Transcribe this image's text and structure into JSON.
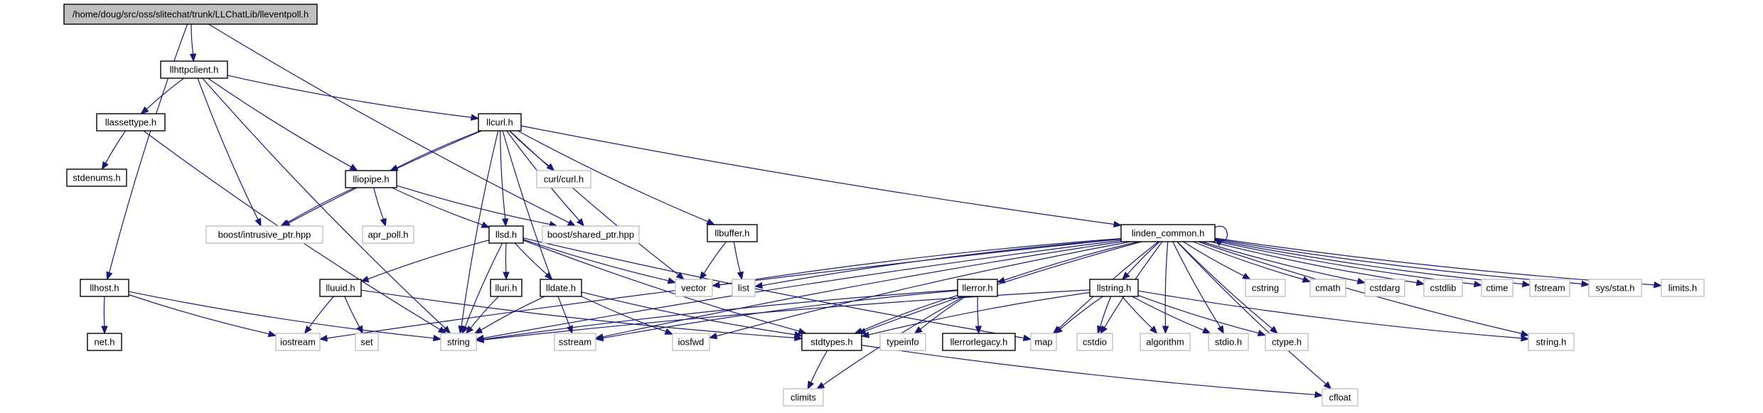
{
  "diagram": {
    "colors": {
      "edge": "#191970",
      "root_fill": "#bfbfbf",
      "node_border": "#000000",
      "external_border": "#bfbfbf",
      "background": "#ffffff"
    },
    "nodes": [
      {
        "id": "root",
        "label": "/home/doug/src/oss/slitechat/trunk/LLChatLib/lleventpoll.h",
        "style": "root"
      },
      {
        "id": "llhttpclient",
        "label": "llhttpclient.h",
        "style": "file"
      },
      {
        "id": "llhost",
        "label": "llhost.h",
        "style": "file"
      },
      {
        "id": "llassettype",
        "label": "llassettype.h",
        "style": "file"
      },
      {
        "id": "lliopipe",
        "label": "lliopipe.h",
        "style": "file"
      },
      {
        "id": "llcurl",
        "label": "llcurl.h",
        "style": "file"
      },
      {
        "id": "stdenums",
        "label": "stdenums.h",
        "style": "file"
      },
      {
        "id": "intrusive",
        "label": "boost/intrusive_ptr.hpp",
        "style": "external"
      },
      {
        "id": "aprpoll",
        "label": "apr_poll.h",
        "style": "external"
      },
      {
        "id": "shared",
        "label": "boost/shared_ptr.hpp",
        "style": "external"
      },
      {
        "id": "curlcurl",
        "label": "curl/curl.h",
        "style": "external"
      },
      {
        "id": "llsd",
        "label": "llsd.h",
        "style": "file"
      },
      {
        "id": "llbuffer",
        "label": "llbuffer.h",
        "style": "file"
      },
      {
        "id": "linden",
        "label": "linden_common.h",
        "style": "file"
      },
      {
        "id": "lluuid",
        "label": "lluuid.h",
        "style": "file"
      },
      {
        "id": "lluri",
        "label": "lluri.h",
        "style": "file"
      },
      {
        "id": "lldate",
        "label": "lldate.h",
        "style": "file"
      },
      {
        "id": "vector",
        "label": "vector",
        "style": "external"
      },
      {
        "id": "list",
        "label": "list",
        "style": "external"
      },
      {
        "id": "llerror",
        "label": "llerror.h",
        "style": "file"
      },
      {
        "id": "llstring",
        "label": "llstring.h",
        "style": "file"
      },
      {
        "id": "cstring",
        "label": "cstring",
        "style": "external"
      },
      {
        "id": "cmath",
        "label": "cmath",
        "style": "external"
      },
      {
        "id": "cstdarg",
        "label": "cstdarg",
        "style": "external"
      },
      {
        "id": "cstdlib",
        "label": "cstdlib",
        "style": "external"
      },
      {
        "id": "ctime",
        "label": "ctime",
        "style": "external"
      },
      {
        "id": "fstream",
        "label": "fstream",
        "style": "external"
      },
      {
        "id": "sysstat",
        "label": "sys/stat.h",
        "style": "external"
      },
      {
        "id": "limits",
        "label": "limits.h",
        "style": "external"
      },
      {
        "id": "neth",
        "label": "net.h",
        "style": "file"
      },
      {
        "id": "iostream",
        "label": "iostream",
        "style": "external"
      },
      {
        "id": "set",
        "label": "set",
        "style": "external"
      },
      {
        "id": "string",
        "label": "string",
        "style": "external"
      },
      {
        "id": "sstream",
        "label": "sstream",
        "style": "external"
      },
      {
        "id": "iosfwd",
        "label": "iosfwd",
        "style": "external"
      },
      {
        "id": "stdtypes",
        "label": "stdtypes.h",
        "style": "file"
      },
      {
        "id": "typeinfo",
        "label": "typeinfo",
        "style": "external"
      },
      {
        "id": "llerrorlegacy",
        "label": "llerrorlegacy.h",
        "style": "file"
      },
      {
        "id": "map",
        "label": "map",
        "style": "external"
      },
      {
        "id": "cstdio",
        "label": "cstdio",
        "style": "external"
      },
      {
        "id": "algorithm",
        "label": "algorithm",
        "style": "external"
      },
      {
        "id": "stdioh",
        "label": "stdio.h",
        "style": "external"
      },
      {
        "id": "ctypeh",
        "label": "ctype.h",
        "style": "external"
      },
      {
        "id": "stringh",
        "label": "string.h",
        "style": "external"
      },
      {
        "id": "climits",
        "label": "climits",
        "style": "external"
      },
      {
        "id": "cfloat",
        "label": "cfloat",
        "style": "external"
      }
    ],
    "edges": [
      [
        "root",
        "llhttpclient"
      ],
      [
        "root",
        "llhost"
      ],
      [
        "root",
        "shared"
      ],
      [
        "llhttpclient",
        "llassettype"
      ],
      [
        "llhttpclient",
        "llcurl"
      ],
      [
        "llhttpclient",
        "lliopipe"
      ],
      [
        "llhttpclient",
        "intrusive"
      ],
      [
        "llhttpclient",
        "string"
      ],
      [
        "llassettype",
        "stdenums"
      ],
      [
        "llassettype",
        "string"
      ],
      [
        "llcurl",
        "lliopipe"
      ],
      [
        "llcurl",
        "intrusive"
      ],
      [
        "llcurl",
        "shared"
      ],
      [
        "llcurl",
        "curlcurl"
      ],
      [
        "llcurl",
        "llsd"
      ],
      [
        "llcurl",
        "llbuffer"
      ],
      [
        "llcurl",
        "linden"
      ],
      [
        "llcurl",
        "vector"
      ],
      [
        "llcurl",
        "string"
      ],
      [
        "llcurl",
        "sstream"
      ],
      [
        "lliopipe",
        "intrusive"
      ],
      [
        "lliopipe",
        "aprpoll"
      ],
      [
        "lliopipe",
        "shared"
      ],
      [
        "lliopipe",
        "llsd"
      ],
      [
        "llbuffer",
        "vector"
      ],
      [
        "llbuffer",
        "list"
      ],
      [
        "llsd",
        "lluuid"
      ],
      [
        "llsd",
        "lluri"
      ],
      [
        "llsd",
        "lldate"
      ],
      [
        "llsd",
        "string"
      ],
      [
        "llsd",
        "vector"
      ],
      [
        "llsd",
        "map"
      ],
      [
        "llsd",
        "stdtypes"
      ],
      [
        "lluuid",
        "iostream"
      ],
      [
        "lluuid",
        "set"
      ],
      [
        "lluuid",
        "stdtypes"
      ],
      [
        "lluri",
        "string"
      ],
      [
        "lldate",
        "string"
      ],
      [
        "lldate",
        "iosfwd"
      ],
      [
        "lldate",
        "stdtypes"
      ],
      [
        "llhost",
        "neth"
      ],
      [
        "llhost",
        "iostream"
      ],
      [
        "llhost",
        "string"
      ],
      [
        "linden",
        "linden"
      ],
      [
        "linden",
        "vector"
      ],
      [
        "linden",
        "list"
      ],
      [
        "linden",
        "llerror"
      ],
      [
        "linden",
        "llstring"
      ],
      [
        "linden",
        "cstring"
      ],
      [
        "linden",
        "cmath"
      ],
      [
        "linden",
        "cstdarg"
      ],
      [
        "linden",
        "cstdlib"
      ],
      [
        "linden",
        "ctime"
      ],
      [
        "linden",
        "fstream"
      ],
      [
        "linden",
        "sysstat"
      ],
      [
        "linden",
        "limits"
      ],
      [
        "linden",
        "iostream"
      ],
      [
        "linden",
        "string"
      ],
      [
        "linden",
        "sstream"
      ],
      [
        "linden",
        "iosfwd"
      ],
      [
        "linden",
        "stdtypes"
      ],
      [
        "linden",
        "map"
      ],
      [
        "linden",
        "cstdio"
      ],
      [
        "linden",
        "algorithm"
      ],
      [
        "linden",
        "stdioh"
      ],
      [
        "linden",
        "ctypeh"
      ],
      [
        "linden",
        "stringh"
      ],
      [
        "linden",
        "cfloat"
      ],
      [
        "llerror",
        "sstream"
      ],
      [
        "llerror",
        "typeinfo"
      ],
      [
        "llerror",
        "llerrorlegacy"
      ],
      [
        "llerror",
        "stdtypes"
      ],
      [
        "llerror",
        "climits"
      ],
      [
        "llerror",
        "string"
      ],
      [
        "llstring",
        "string"
      ],
      [
        "llstring",
        "map"
      ],
      [
        "llstring",
        "cstdio"
      ],
      [
        "llstring",
        "algorithm"
      ],
      [
        "llstring",
        "stdioh"
      ],
      [
        "llstring",
        "ctypeh"
      ],
      [
        "llstring",
        "stringh"
      ],
      [
        "llstring",
        "stdtypes"
      ],
      [
        "stdtypes",
        "climits"
      ],
      [
        "stdtypes",
        "cfloat"
      ]
    ]
  }
}
